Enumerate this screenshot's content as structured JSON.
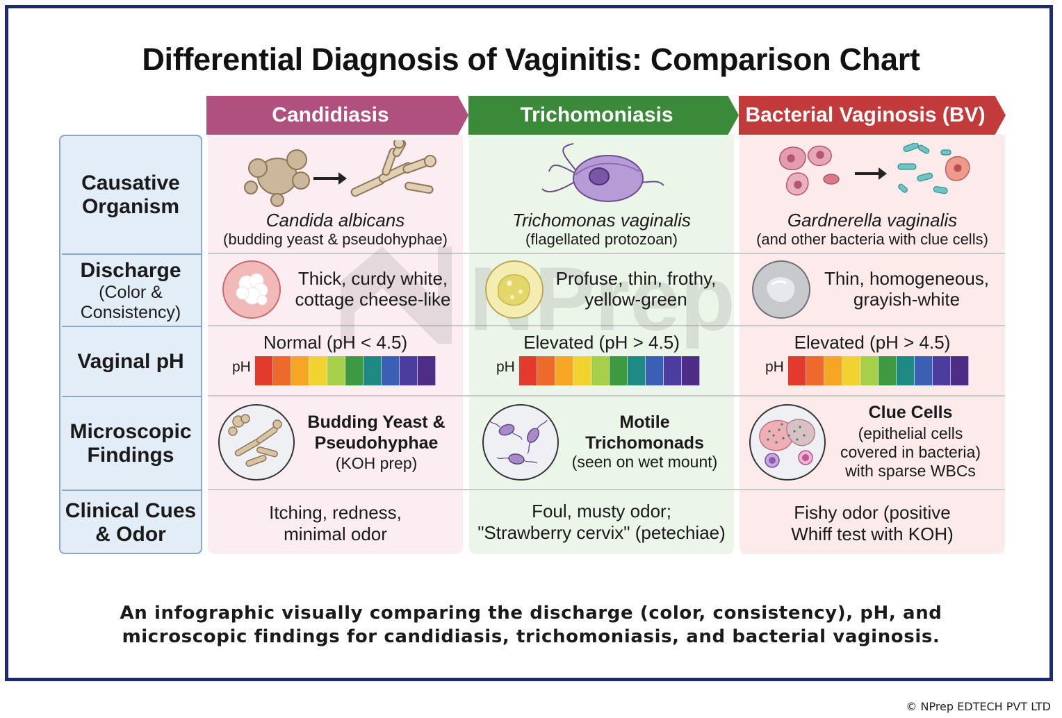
{
  "title": "Differential Diagnosis of Vaginitis: Comparison Chart",
  "row_labels": [
    {
      "main": "Causative Organism",
      "sub": ""
    },
    {
      "main": "Discharge",
      "sub": "(Color & Consistency)"
    },
    {
      "main": "Vaginal pH",
      "sub": ""
    },
    {
      "main": "Microscopic Findings",
      "sub": ""
    },
    {
      "main": "Clinical Cues & Odor",
      "sub": ""
    }
  ],
  "columns": [
    {
      "header": "Candidiasis",
      "color": "#b0507e",
      "panel_color": "#fbedf2",
      "organism": {
        "name": "Candida albicans",
        "desc": "(budding yeast & pseudohyphae)"
      },
      "discharge": {
        "line1": "Thick, curdy white,",
        "line2": "cottage cheese-like"
      },
      "ph": {
        "label": "Normal (pH < 4.5)",
        "prefix": "pH"
      },
      "micro": {
        "title1": "Budding Yeast &",
        "title2": "Pseudohyphae",
        "sub1": "(KOH prep)",
        "sub2": "",
        "sub3": ""
      },
      "clinical": {
        "line1": "Itching, redness,",
        "line2": "minimal odor"
      }
    },
    {
      "header": "Trichomoniasis",
      "color": "#3b8a3a",
      "panel_color": "#ebf5e8",
      "organism": {
        "name": "Trichomonas vaginalis",
        "desc": "(flagellated protozoan)"
      },
      "discharge": {
        "line1": "Profuse, thin, frothy,",
        "line2": "yellow-green"
      },
      "ph": {
        "label": "Elevated (pH > 4.5)",
        "prefix": "pH"
      },
      "micro": {
        "title1": "Motile",
        "title2": "Trichomonads",
        "sub1": "(seen on wet mount)",
        "sub2": "",
        "sub3": ""
      },
      "clinical": {
        "line1": "Foul, musty odor;",
        "line2": "\"Strawberry cervix\" (petechiae)"
      }
    },
    {
      "header": "Bacterial Vaginosis (BV)",
      "color": "#c23a3a",
      "panel_color": "#fcebea",
      "organism": {
        "name": "Gardnerella vaginalis",
        "desc": "(and other bacteria with clue cells)"
      },
      "discharge": {
        "line1": "Thin, homogeneous,",
        "line2": "grayish-white"
      },
      "ph": {
        "label": "Elevated (pH > 4.5)",
        "prefix": "pH"
      },
      "micro": {
        "title1": "Clue Cells",
        "title2": "",
        "sub1": "(epithelial cells",
        "sub2": "covered in bacteria)",
        "sub3": "with sparse WBCs"
      },
      "clinical": {
        "line1": "Fishy odor (positive",
        "line2": "Whiff test with KOH)"
      }
    }
  ],
  "ph_scale_colors": [
    "#e23b2e",
    "#ee6a2c",
    "#f5a623",
    "#f2d22e",
    "#a6cf4a",
    "#3d9a40",
    "#1f8a84",
    "#3a5fb3",
    "#4b3d9e",
    "#4e2d86"
  ],
  "caption_line1": "An infographic visually comparing the discharge (color, consistency), pH, and",
  "caption_line2": "microscopic findings for candidiasis, trichomoniasis, and bacterial vaginosis.",
  "copyright": "© NPrep EDTECH PVT LTD",
  "watermark": "NPrep"
}
